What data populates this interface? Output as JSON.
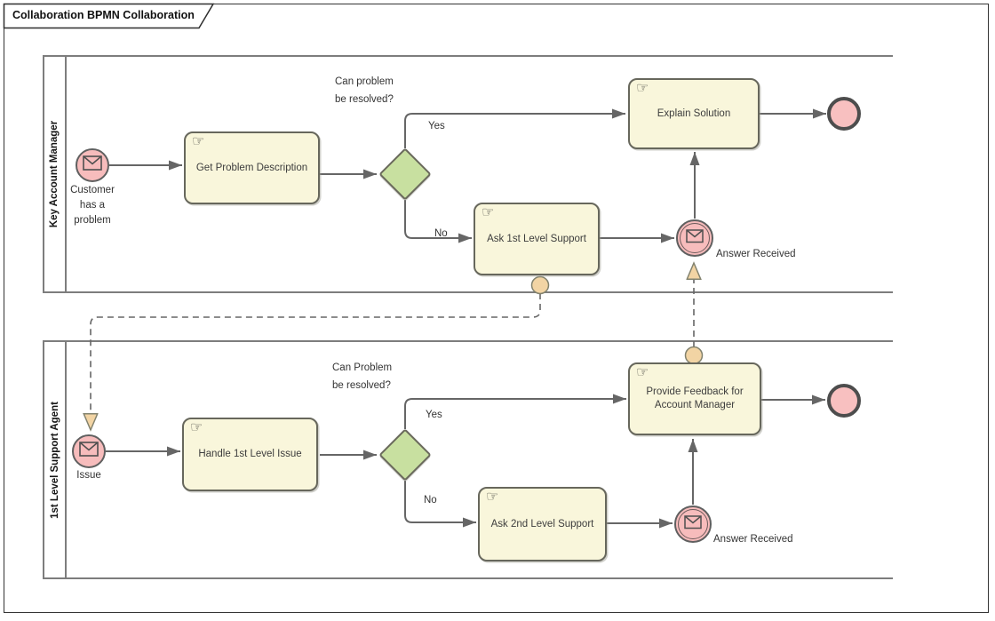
{
  "title_tab": {
    "label": "Collaboration BPMN Collaboration"
  },
  "icons": {
    "manual_task": "☞",
    "message_envelope": "envelope"
  },
  "colors": {
    "task_fill": "#f9f6db",
    "task_border": "#67675c",
    "gateway_fill": "#c8e0a0",
    "gateway_border": "#6a6a5c",
    "event_fill": "#f7bcbc",
    "event_border": "#606060",
    "end_event_border": "#4d4d4d",
    "flow_line": "#666666",
    "pool_line": "#7d7d7d",
    "message_marker_fill": "#f2d4a4",
    "message_marker_border": "#82826e"
  },
  "pools": [
    {
      "label": "Key Account Manager"
    },
    {
      "label": "1st Level Support Agent"
    }
  ],
  "top_pool": {
    "start_event_label": "Customer\nhas a\nproblem",
    "task_get_problem": "Get Problem Description",
    "gateway_question": "Can problem\nbe resolved?",
    "yes_label": "Yes",
    "no_label": "No",
    "task_explain_solution": "Explain Solution",
    "task_ask_1st_level": "Ask 1st Level Support",
    "event_answer_received": "Answer Received"
  },
  "bottom_pool": {
    "start_event_label": "Issue",
    "task_handle_issue": "Handle 1st Level Issue",
    "gateway_question": "Can Problem\nbe resolved?",
    "yes_label": "Yes",
    "no_label": "No",
    "task_provide_feedback": "Provide Feedback for\nAccount Manager",
    "task_ask_2nd_level": "Ask 2nd Level Support",
    "event_answer_received": "Answer Received"
  }
}
